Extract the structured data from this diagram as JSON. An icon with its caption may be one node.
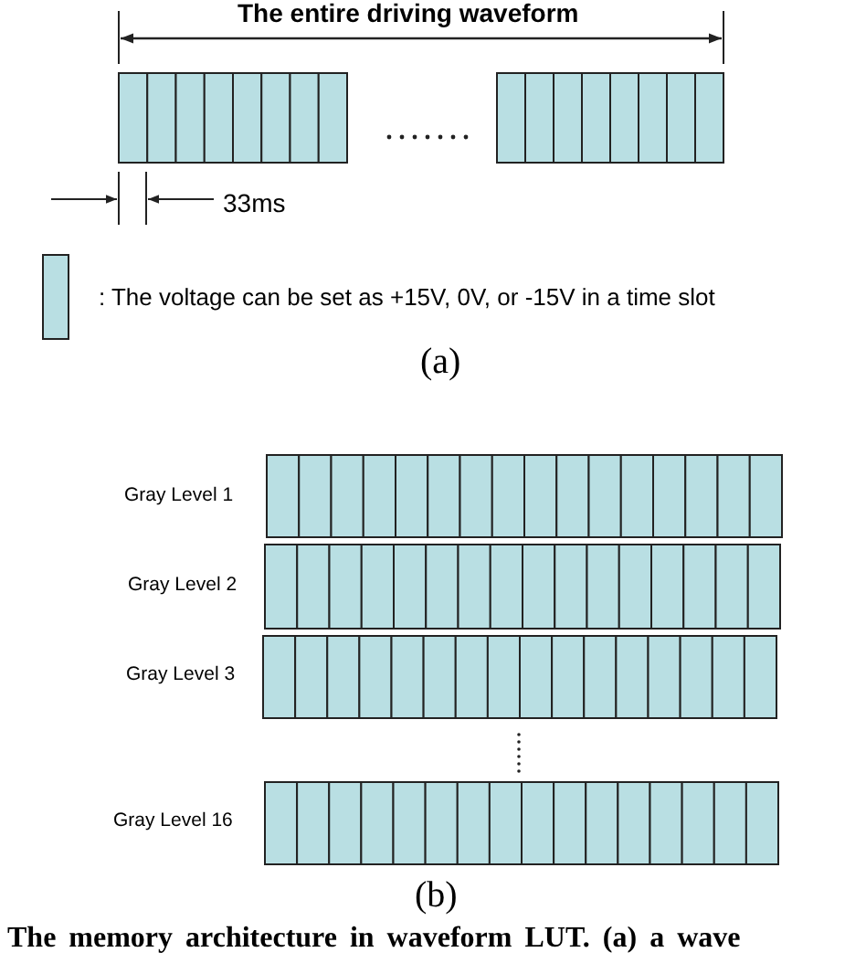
{
  "diagram": {
    "caption": "The memory architecture in waveform LUT. (a) a wave",
    "labels": [
      "The entire driving waveform",
      "33ms",
      "(a)",
      "Gray Level 1",
      "Gray Level 2",
      "Gray Level 3",
      "Gray Level 16",
      "(b)"
    ],
    "legend": [
      {
        "text": ": The voltage can be set as +15V, 0V, or -15V in a time slot",
        "color": "#b9dfe3"
      }
    ]
  }
}
